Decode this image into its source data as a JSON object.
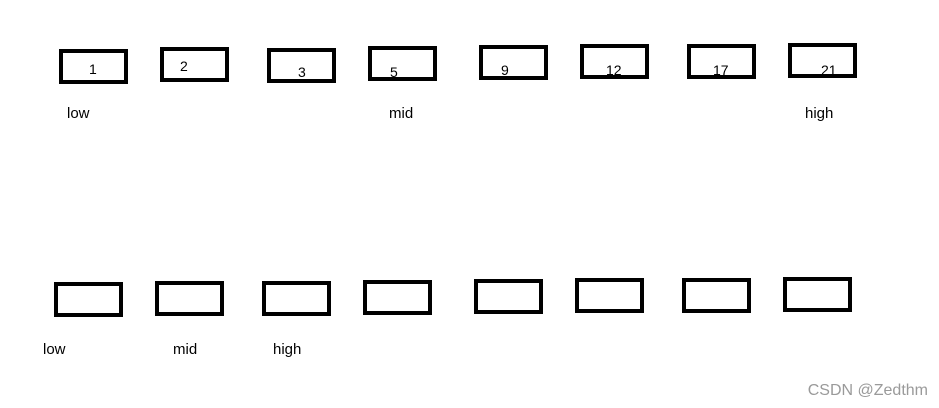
{
  "top_row": {
    "values": [
      "1",
      "2",
      "3",
      "5",
      "9",
      "12",
      "17",
      "21"
    ],
    "pointers": {
      "low": "low",
      "mid": "mid",
      "high": "high"
    }
  },
  "bottom_row": {
    "pointers": {
      "low": "low",
      "mid": "mid",
      "high": "high"
    }
  },
  "watermark": "CSDN @Zedthm"
}
